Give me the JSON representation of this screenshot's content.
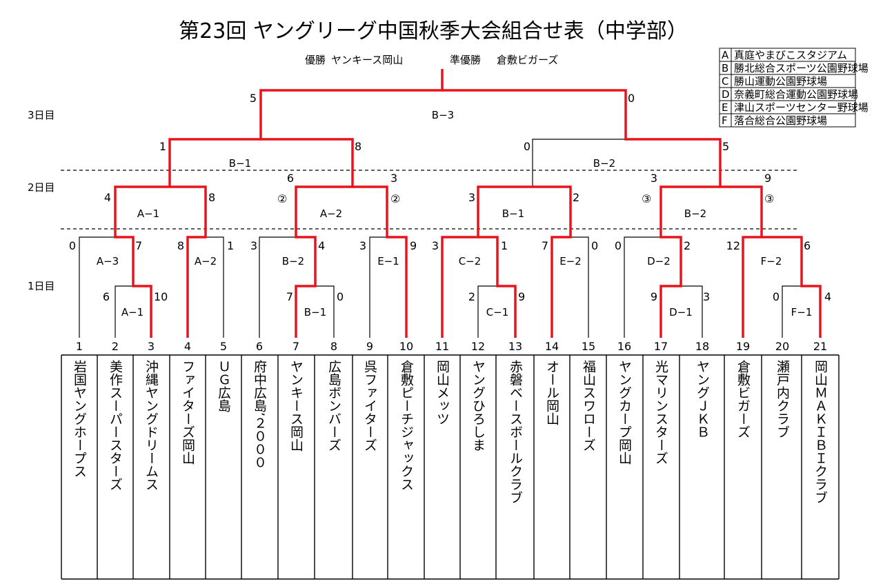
{
  "title": "第23回 ヤングリーグ中国秋季大会組合せ表（中学部）",
  "results": {
    "champion_label": "優勝",
    "champion": "ヤンキース岡山",
    "runner_up_label": "準優勝",
    "runner_up": "倉敷ビガーズ"
  },
  "day_labels": [
    "3日目",
    "2日目",
    "1日目"
  ],
  "legend": [
    {
      "code": "A",
      "name": "真庭やまびこスタジアム"
    },
    {
      "code": "B",
      "name": "勝北総合スポーツ公園野球場"
    },
    {
      "code": "C",
      "name": "勝山運動公園野球場"
    },
    {
      "code": "D",
      "name": "奈義町総合運動公園野球場"
    },
    {
      "code": "E",
      "name": "津山スポーツセンター野球場"
    },
    {
      "code": "F",
      "name": "落合総合公園野球場"
    }
  ],
  "teams": [
    {
      "no": "1",
      "name": "岩国ヤングホープス"
    },
    {
      "no": "2",
      "name": "美作スーパースターズ"
    },
    {
      "no": "3",
      "name": "沖縄ヤングドリームス"
    },
    {
      "no": "4",
      "name": "ファイターズ岡山"
    },
    {
      "no": "5",
      "name": "ＵＧ広島"
    },
    {
      "no": "6",
      "name": "府中広島’２０００"
    },
    {
      "no": "7",
      "name": "ヤンキース岡山"
    },
    {
      "no": "8",
      "name": "広島ボンバーズ"
    },
    {
      "no": "9",
      "name": "呉ファイターズ"
    },
    {
      "no": "10",
      "name": "倉敷ピーチジャックス"
    },
    {
      "no": "11",
      "name": "岡山メッツ"
    },
    {
      "no": "12",
      "name": "ヤングひろしま"
    },
    {
      "no": "13",
      "name": "赤磐ベースボールクラブ"
    },
    {
      "no": "14",
      "name": "オール岡山"
    },
    {
      "no": "15",
      "name": "福山スワローズ"
    },
    {
      "no": "16",
      "name": "ヤングカープ岡山"
    },
    {
      "no": "17",
      "name": "光マリンスターズ"
    },
    {
      "no": "18",
      "name": "ヤングＪＫＢ"
    },
    {
      "no": "19",
      "name": "倉敷ビガーズ"
    },
    {
      "no": "20",
      "name": "瀬戸内クラブ"
    },
    {
      "no": "21",
      "name": "岡山ＭＡＫＩＢＩクラブ"
    }
  ],
  "matches": [
    {
      "id": "m1",
      "venue": "A−1",
      "score_left": "6",
      "score_right": "10"
    },
    {
      "id": "m2",
      "venue": "A−3",
      "score_left": "0",
      "score_right": "7"
    },
    {
      "id": "m3",
      "venue": "A−2",
      "score_left": "8",
      "score_right": "1"
    },
    {
      "id": "m4",
      "venue": "B−1",
      "score_left": "7",
      "score_right": "0"
    },
    {
      "id": "m5",
      "venue": "B−2",
      "score_left": "3",
      "score_right": "4"
    },
    {
      "id": "m6",
      "venue": "E−1",
      "score_left": "3",
      "score_right": "9"
    },
    {
      "id": "m7",
      "venue": "C−1",
      "score_left": "2",
      "score_right": "9"
    },
    {
      "id": "m8",
      "venue": "C−2",
      "score_left": "3",
      "score_right": "1"
    },
    {
      "id": "m9",
      "venue": "E−2",
      "score_left": "7",
      "score_right": "0"
    },
    {
      "id": "m10",
      "venue": "D−1",
      "score_left": "9",
      "score_right": "3"
    },
    {
      "id": "m11",
      "venue": "D−2",
      "score_left": "0",
      "score_right": "2"
    },
    {
      "id": "m12",
      "venue": "F−1",
      "score_left": "0",
      "score_right": "4"
    },
    {
      "id": "m13",
      "venue": "F−2",
      "score_left": "12",
      "score_right": "6"
    },
    {
      "id": "m14",
      "venue": "A−1",
      "score_left": "4",
      "score_right": "8"
    },
    {
      "id": "m15",
      "venue": "A−2",
      "score_left": "6",
      "score_right": "3"
    },
    {
      "id": "m16",
      "venue": "B−1",
      "score_left": "3",
      "score_right": "2"
    },
    {
      "id": "m17",
      "venue": "B−2",
      "score_left": "3",
      "score_right": "9"
    },
    {
      "id": "m18",
      "venue": "B−1",
      "score_left": "1",
      "score_right": "8"
    },
    {
      "id": "m19",
      "venue": "B−2",
      "score_left": "0",
      "score_right": "5"
    },
    {
      "id": "m20",
      "venue": "B−3",
      "score_left": "5",
      "score_right": "0"
    }
  ],
  "round2_marks": [
    "②",
    "②",
    "③",
    "③"
  ],
  "colors": {
    "winner_line": "#e8141b",
    "line": "#000000"
  }
}
